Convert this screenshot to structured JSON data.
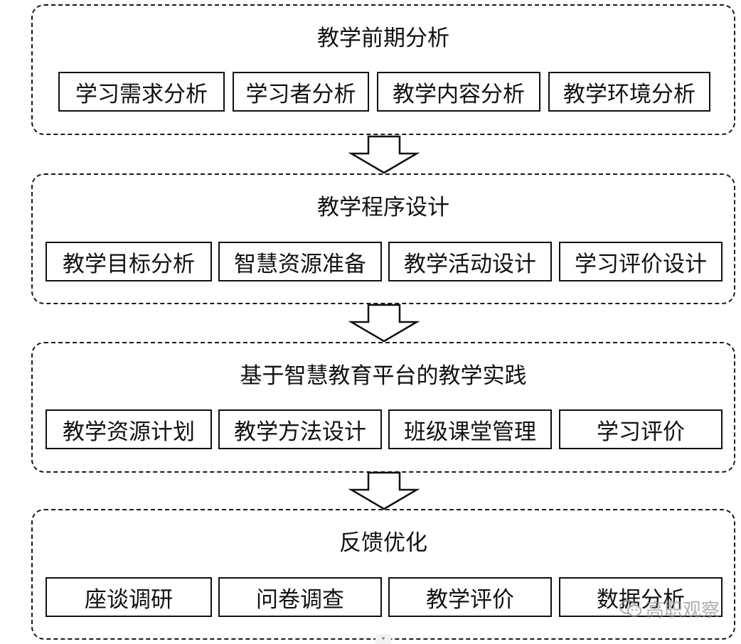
{
  "stages": [
    {
      "title": "教学前期分析",
      "items": [
        "学习需求分析",
        "学习者分析",
        "教学内容分析",
        "教学环境分析"
      ]
    },
    {
      "title": "教学程序设计",
      "items": [
        "教学目标分析",
        "智慧资源准备",
        "教学活动设计",
        "学习评价设计"
      ]
    },
    {
      "title": "基于智慧教育平台的教学实践",
      "items": [
        "教学资源计划",
        "教学方法设计",
        "班级课堂管理",
        "学习评价"
      ]
    },
    {
      "title": "反馈优化",
      "items": [
        "座谈调研",
        "问卷调查",
        "教学评价",
        "数据分析"
      ]
    }
  ],
  "watermark": {
    "text": "高职观察",
    "icon": "wechat-icon"
  },
  "scroll_hint": {
    "icon": "chevron-down-icon"
  }
}
